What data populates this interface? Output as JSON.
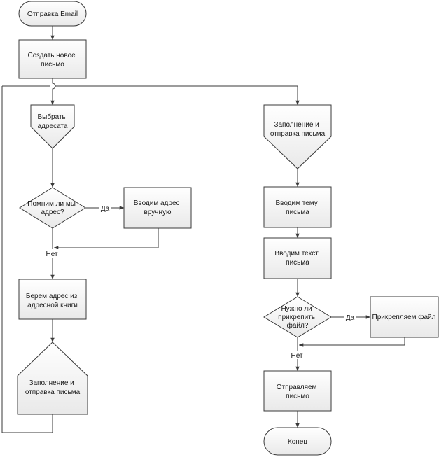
{
  "nodes": {
    "start": [
      "Отправка Email"
    ],
    "create": [
      "Создать новое",
      "письмо"
    ],
    "choose": [
      "Выбрать",
      "адресата"
    ],
    "remember": [
      "Помним ли мы",
      "адрес?"
    ],
    "manual": [
      "Вводим адрес",
      "вручную"
    ],
    "book": [
      "Берем адрес из",
      "адресной книги"
    ],
    "fill_left": [
      "Заполнение и",
      "отправка письма"
    ],
    "fill_right": [
      "Заполнение и",
      "отправка письма"
    ],
    "subject": [
      "Вводим тему",
      "письма"
    ],
    "body": [
      "Вводим текст",
      "письма"
    ],
    "attach_q": [
      "Нужно ли",
      "прикрепить",
      "файл?"
    ],
    "attach": [
      "Прикрепляем файл"
    ],
    "send": [
      "Отправляем",
      "письмо"
    ],
    "end": [
      "Конец"
    ]
  },
  "edge_labels": {
    "yes_1": "Да",
    "no_1": "Нет",
    "yes_2": "Да",
    "no_2": "Нет"
  }
}
